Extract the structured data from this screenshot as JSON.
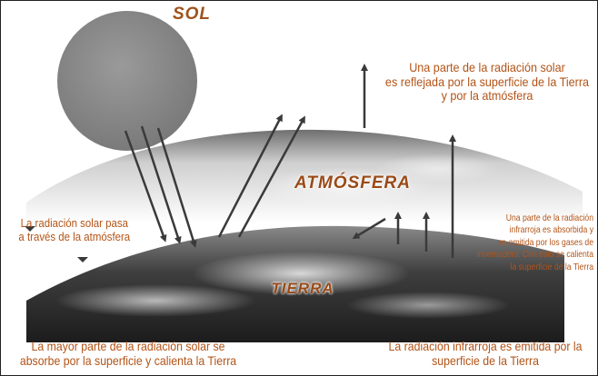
{
  "title_sun": "SOL",
  "title_atmosphere": "ATMÓSFERA",
  "title_earth": "TIERRA",
  "caption_reflected": [
    "Una parte de la radiación solar",
    "es reflejada por la superficie de la Tierra",
    "y por la atmósfera"
  ],
  "caption_passes": [
    "La radiación solar pasa",
    "a través de la atmósfera"
  ],
  "caption_absorbed_ir": [
    "Una parte de la radiación",
    "infrarroja es absorbida y",
    "re-emitida por los gases de",
    "invernadero. Con esto se calienta",
    "la superficie de la Tierra"
  ],
  "caption_surface_absorbs": [
    "La mayor parte de la radiación solar se",
    "absorbe por la superficie y calienta la Tierra"
  ],
  "caption_ir_emitted": [
    "La radiación infrarroja es emitida por la",
    "superficie de la Tierra"
  ],
  "colors": {
    "label_text": "#b35417",
    "sun": "#8c8c8c",
    "arrow": "#3a3a3a"
  }
}
